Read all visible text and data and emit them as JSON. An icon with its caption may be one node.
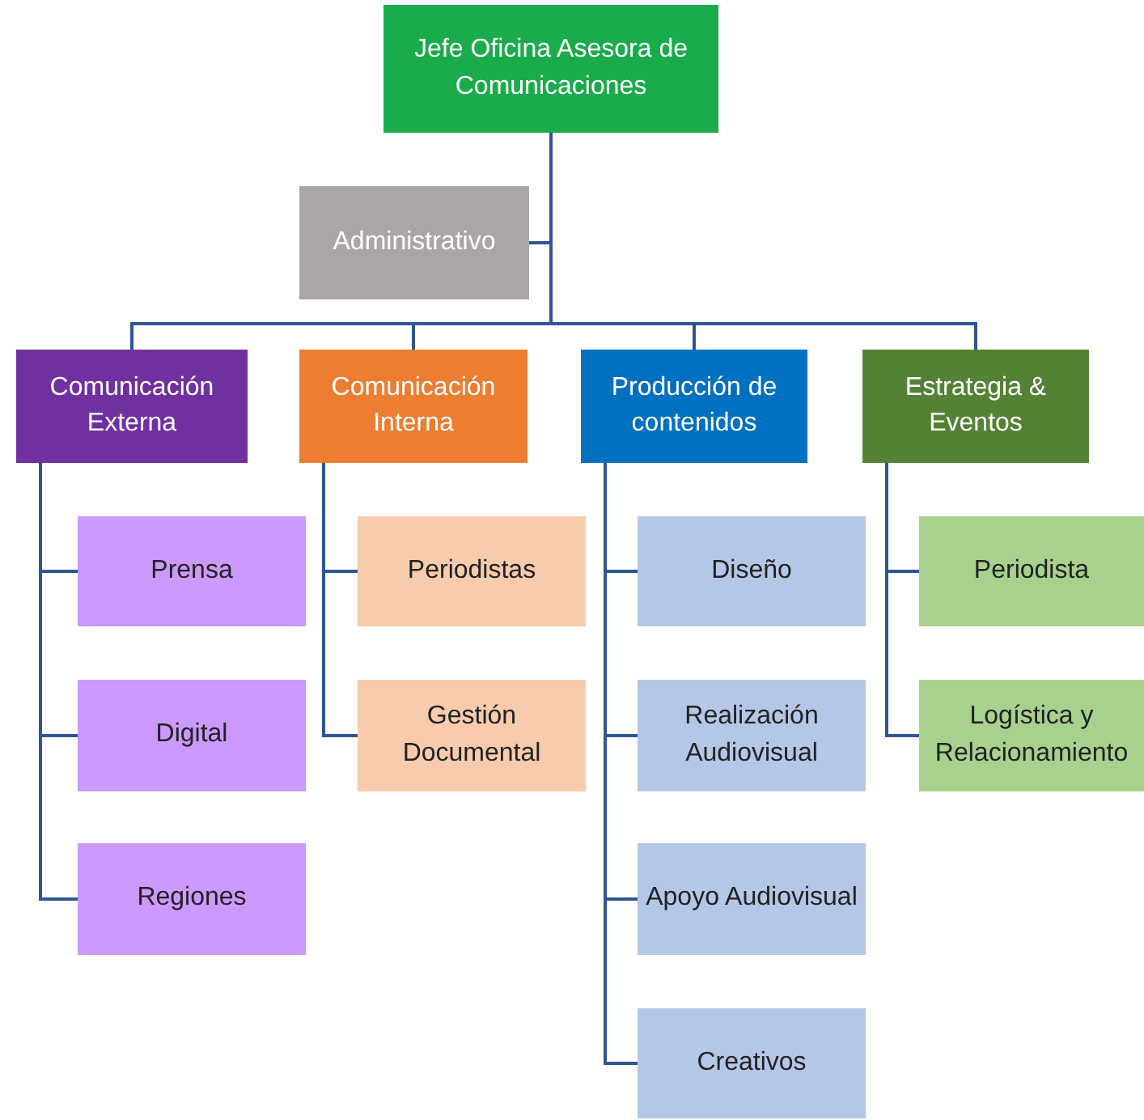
{
  "diagram": {
    "nodes": [
      {
        "text": [
          "Jefe Oficina Asesora de Comunicaciones"
        ]
      },
      {
        "text": [
          "Administrativo"
        ]
      },
      {
        "text": [
          "Comunicación Externa"
        ]
      },
      {
        "text": [
          "Comunicación Interna"
        ]
      },
      {
        "text": [
          "Producción de contenidos"
        ]
      },
      {
        "text": [
          "Estrategia & Eventos"
        ]
      },
      {
        "text": [
          "Prensa"
        ]
      },
      {
        "text": [
          "Digital"
        ]
      },
      {
        "text": [
          "Regiones"
        ]
      },
      {
        "text": [
          "Periodistas"
        ]
      },
      {
        "text": [
          "Gestión Documental"
        ]
      },
      {
        "text": [
          "Diseño"
        ]
      },
      {
        "text": [
          "Realización Audiovisual"
        ]
      },
      {
        "text": [
          "Apoyo Audiovisual"
        ]
      },
      {
        "text": [
          "Creativos"
        ]
      },
      {
        "text": [
          "Periodista"
        ]
      },
      {
        "text": [
          "Logística y Relacionamiento"
        ]
      }
    ],
    "edges": [
      {
        "from": 0,
        "to": 1,
        "arrow": "none"
      },
      {
        "from": 0,
        "to": 2,
        "arrow": "none"
      },
      {
        "from": 0,
        "to": 3,
        "arrow": "none"
      },
      {
        "from": 0,
        "to": 4,
        "arrow": "none"
      },
      {
        "from": 0,
        "to": 5,
        "arrow": "none"
      },
      {
        "from": 2,
        "to": 6,
        "arrow": "none"
      },
      {
        "from": 2,
        "to": 7,
        "arrow": "none"
      },
      {
        "from": 2,
        "to": 8,
        "arrow": "none"
      },
      {
        "from": 3,
        "to": 9,
        "arrow": "none"
      },
      {
        "from": 3,
        "to": 10,
        "arrow": "none"
      },
      {
        "from": 4,
        "to": 11,
        "arrow": "none"
      },
      {
        "from": 4,
        "to": 12,
        "arrow": "none"
      },
      {
        "from": 4,
        "to": 13,
        "arrow": "none"
      },
      {
        "from": 4,
        "to": 14,
        "arrow": "none"
      },
      {
        "from": 5,
        "to": 15,
        "arrow": "none"
      },
      {
        "from": 5,
        "to": 16,
        "arrow": "none"
      }
    ]
  }
}
